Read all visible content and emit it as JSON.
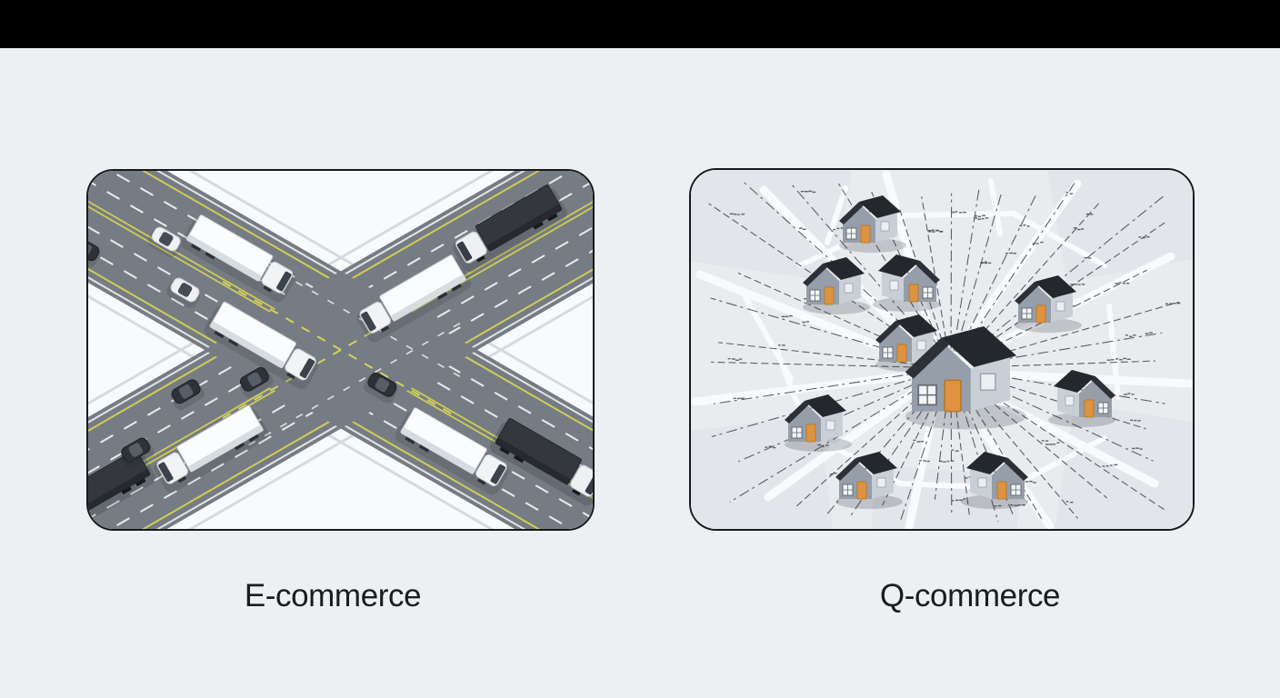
{
  "page": {
    "letterbox_color": "#000000",
    "background_color": "#edf0f2"
  },
  "figures": [
    {
      "label": "E-commerce",
      "illustration": "isometric-highway-intersection-with-delivery-trucks"
    },
    {
      "label": "Q-commerce",
      "illustration": "isometric-neighborhood-map-with-radial-delivery-routes"
    }
  ],
  "colors": {
    "panel_border": "#17191d",
    "left_panel_background": "#f7f9fb",
    "road_gray": "#767c83",
    "lane_yellow": "#cfcc58",
    "map_background": "#e9ecef",
    "route_line": "#4b5158",
    "house_roof": "#26292e",
    "house_door_orange": "#df923f",
    "caption_text": "#191c20"
  }
}
